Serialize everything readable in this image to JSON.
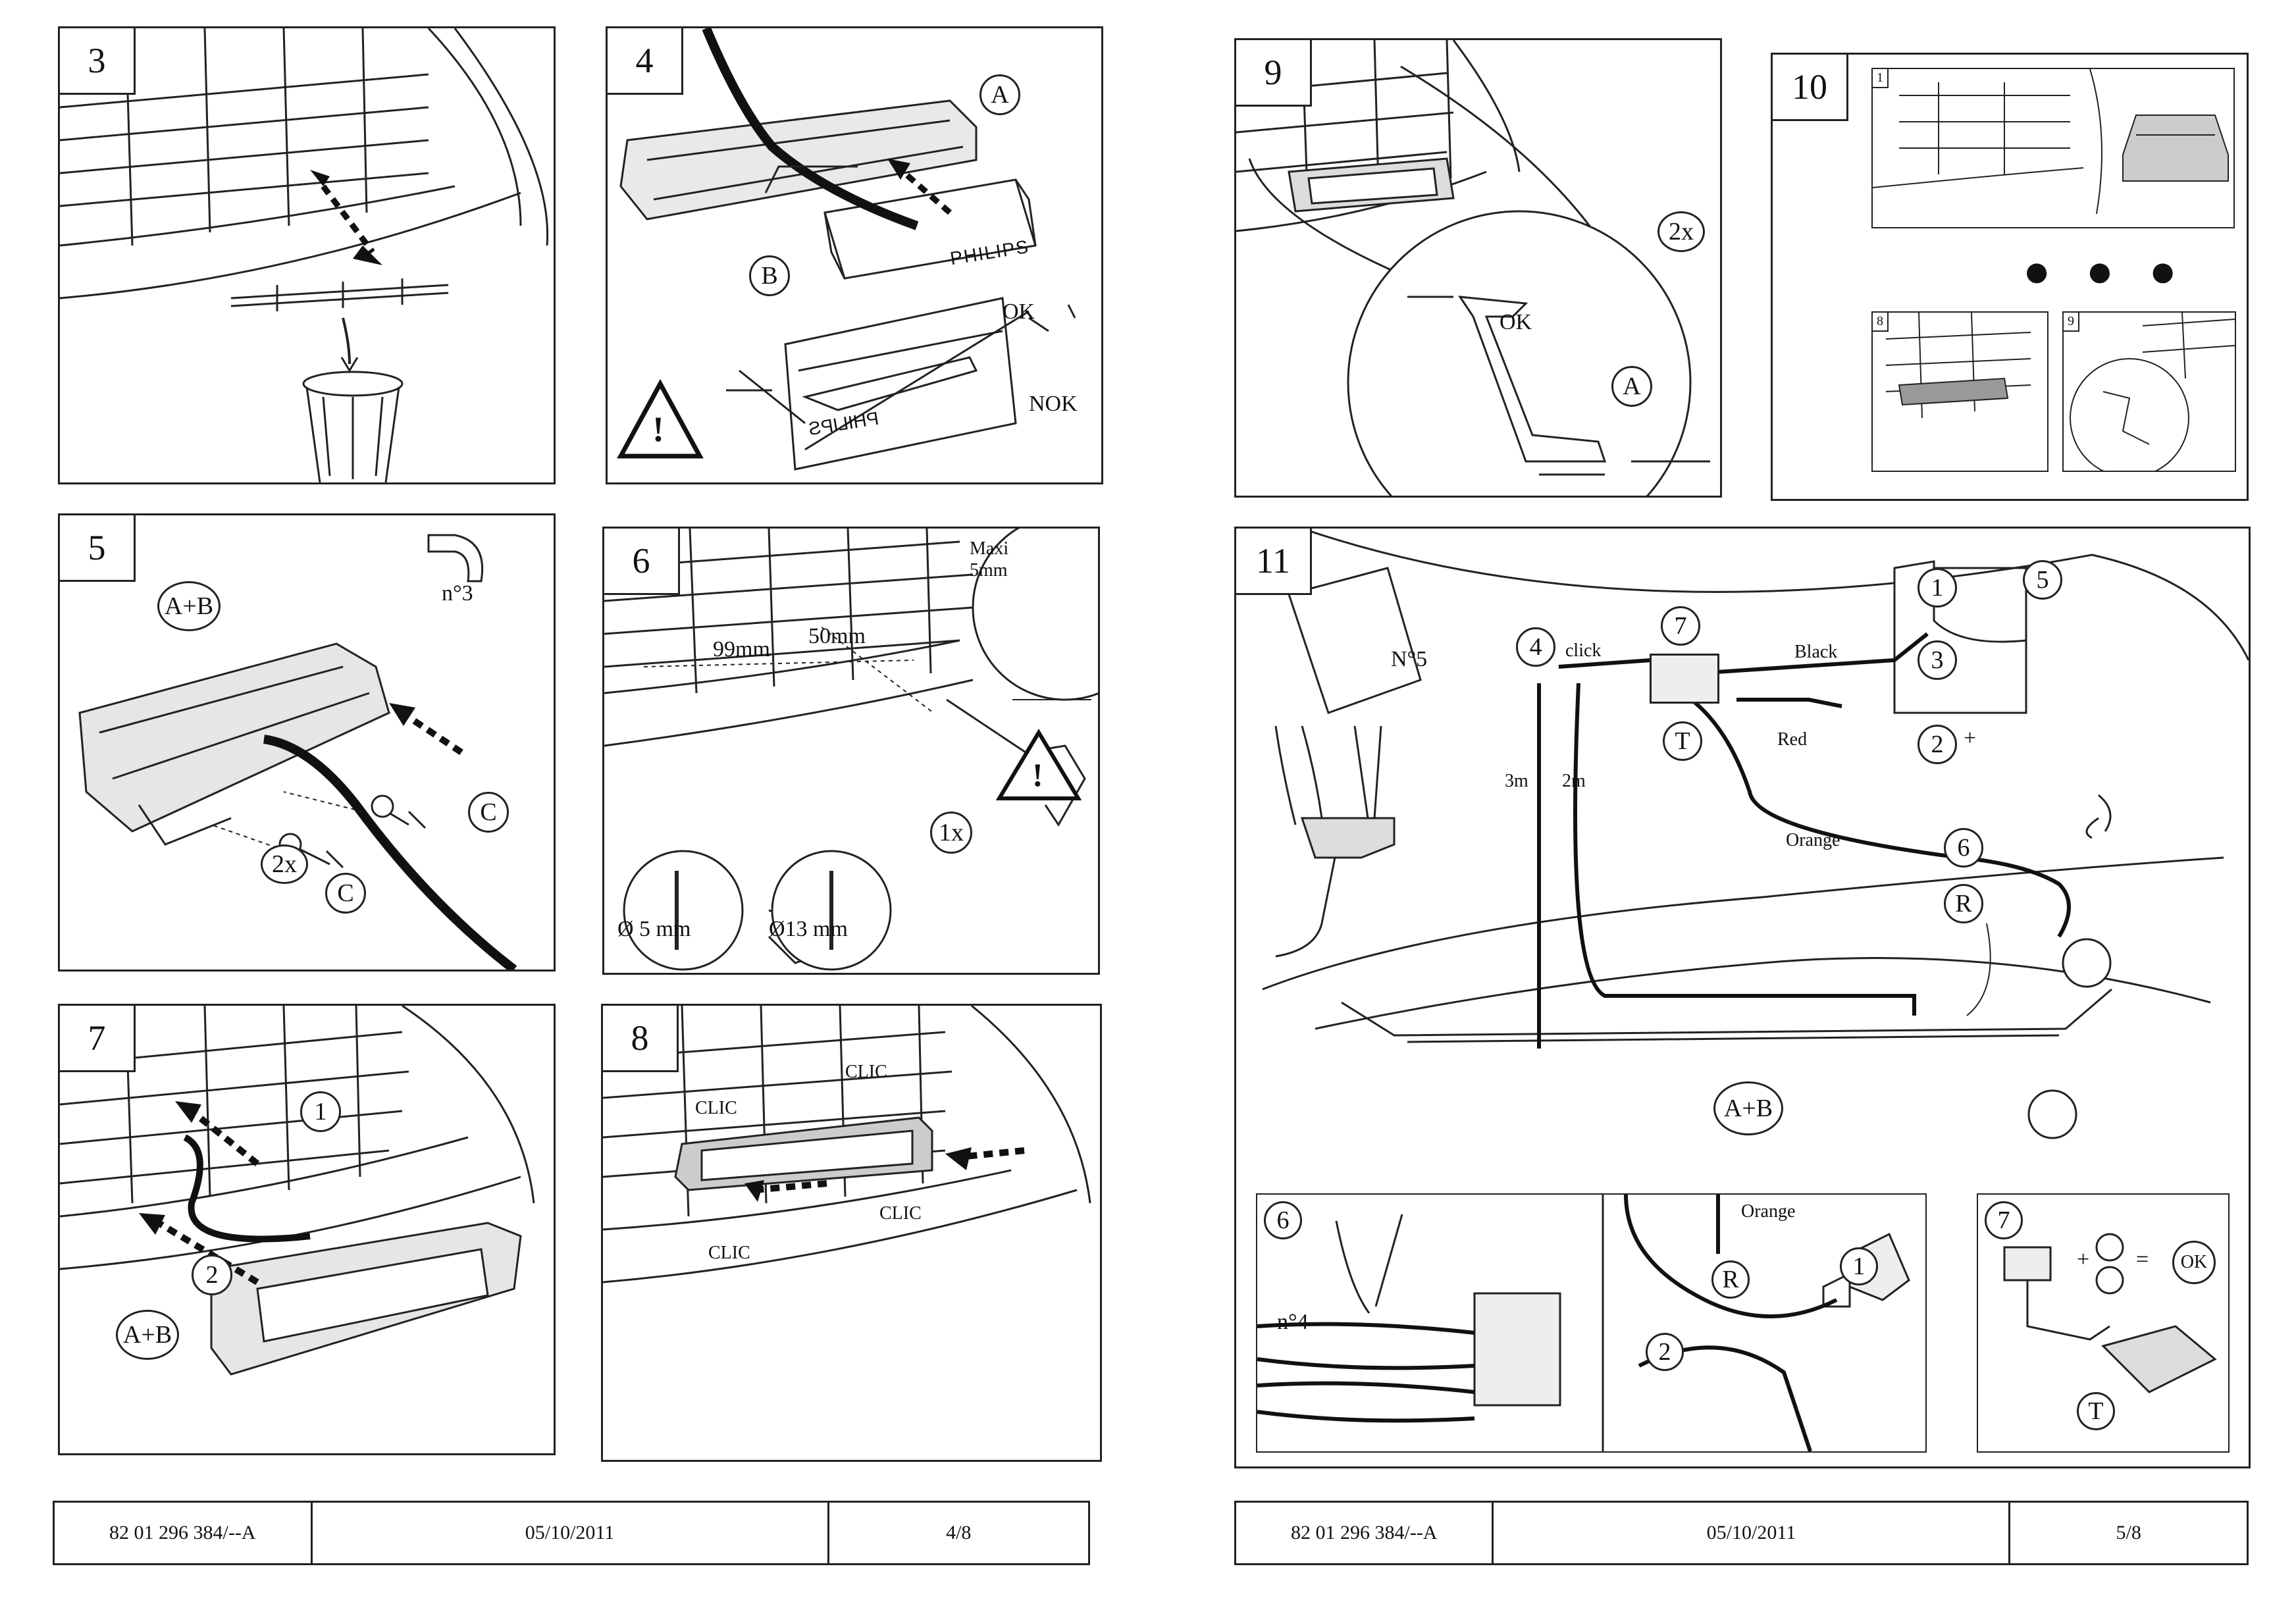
{
  "left_page": {
    "panels": {
      "p3": {
        "num": "3"
      },
      "p4": {
        "num": "4",
        "label_a": "A",
        "label_b": "B",
        "brand": "PHILIPS",
        "brand_mirrored": "PHILIPS",
        "ok": "OK",
        "nok": "NOK"
      },
      "p5": {
        "num": "5",
        "ab": "A+B",
        "tool": "n°3",
        "qty": "2x",
        "c1": "C",
        "c2": "C"
      },
      "p6": {
        "num": "6",
        "d1": "99mm",
        "d2": "50mm",
        "maxi": "Maxi",
        "maxi_val": "5mm",
        "qty": "1x",
        "dia1": "Ø 5 mm",
        "dia2": "Ø13 mm"
      },
      "p7": {
        "num": "7",
        "s1": "1",
        "s2": "2",
        "ab": "A+B"
      },
      "p8": {
        "num": "8",
        "clic": "CLIC"
      }
    },
    "footer": {
      "ref": "82 01 296 384/--A",
      "date": "05/10/2011",
      "page": "4/8"
    }
  },
  "right_page": {
    "panels": {
      "p9": {
        "num": "9",
        "qty": "2x",
        "ok": "OK",
        "label_a": "A"
      },
      "p10": {
        "num": "10",
        "t1": "1",
        "t8": "8",
        "t9": "9",
        "dots": "● ● ●"
      },
      "p11": {
        "num": "11",
        "manual": "N°5",
        "c1": "1",
        "c2": "2",
        "c3": "3",
        "c4": "4",
        "c5": "5",
        "c6": "6",
        "c7": "7",
        "click": "click",
        "t": "T",
        "r": "R",
        "ab": "A+B",
        "black": "Black",
        "red": "Red",
        "orange": "Orange",
        "len3": "3m",
        "len2": "2m",
        "plus": "+"
      },
      "p11_6": {
        "num": "6",
        "tool": "n°4",
        "orange": "Orange",
        "r": "R",
        "s1": "1",
        "s2": "2"
      },
      "p11_7": {
        "num": "7",
        "plus": "+",
        "eq": "=",
        "ok": "OK",
        "t": "T"
      }
    },
    "footer": {
      "ref": "82 01 296 384/--A",
      "date": "05/10/2011",
      "page": "5/8"
    }
  }
}
